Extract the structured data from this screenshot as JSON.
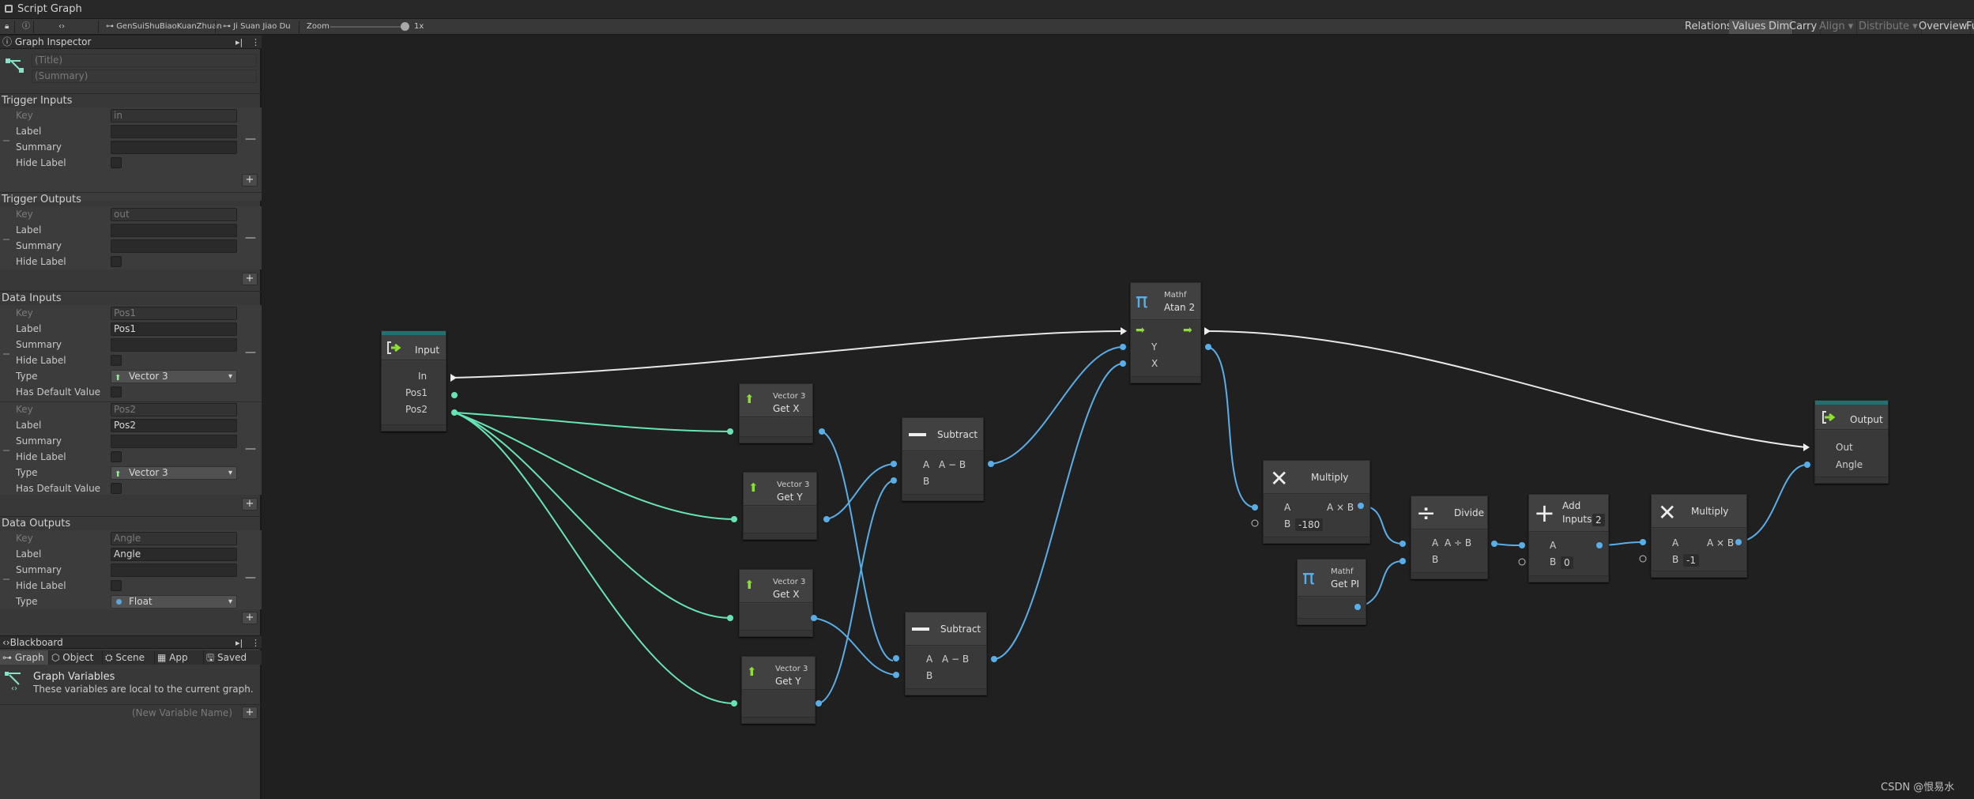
{
  "window": {
    "title": "Script Graph"
  },
  "toolbar": {
    "breadcrumb1": "GenSuiShuBiaoKuanZhuan",
    "breadcrumb2": "Ji Suan Jiao Du",
    "zoom_label": "Zoom",
    "zoom_value": "1x",
    "right": {
      "relations": "Relations",
      "values": "Values",
      "dim": "Dim",
      "carry": "Carry",
      "align": "Align",
      "distribute": "Distribute",
      "overview": "Overview",
      "fullscreen": "Fu"
    }
  },
  "inspector": {
    "header": "Graph Inspector",
    "title_placeholder": "(Title)",
    "summary_placeholder": "(Summary)",
    "trigger_inputs": {
      "heading": "Trigger Inputs",
      "key_label": "Key",
      "key_value": "in",
      "label": "Label",
      "summary": "Summary",
      "hide_label": "Hide Label"
    },
    "trigger_outputs": {
      "heading": "Trigger Outputs",
      "key_label": "Key",
      "key_value": "out",
      "label": "Label",
      "summary": "Summary",
      "hide_label": "Hide Label"
    },
    "data_inputs": {
      "heading": "Data Inputs",
      "items": [
        {
          "key_label": "Key",
          "key_value": "Pos1",
          "label": "Label",
          "label_value": "Pos1",
          "summary": "Summary",
          "hide_label": "Hide Label",
          "type": "Type",
          "type_value": "Vector 3",
          "has_default": "Has Default Value"
        },
        {
          "key_label": "Key",
          "key_value": "Pos2",
          "label": "Label",
          "label_value": "Pos2",
          "summary": "Summary",
          "hide_label": "Hide Label",
          "type": "Type",
          "type_value": "Vector 3",
          "has_default": "Has Default Value"
        }
      ]
    },
    "data_outputs": {
      "heading": "Data Outputs",
      "key_label": "Key",
      "key_value": "Angle",
      "label": "Label",
      "label_value": "Angle",
      "summary": "Summary",
      "hide_label": "Hide Label",
      "type": "Type",
      "type_value": "Float"
    }
  },
  "blackboard": {
    "header": "Blackboard",
    "tabs": [
      "Graph",
      "Object",
      "Scene",
      "App",
      "Saved"
    ],
    "title": "Graph Variables",
    "desc": "These variables are local to the current graph.",
    "new_var_placeholder": "(New Variable Name)"
  },
  "nodes": {
    "input": {
      "title": "Input",
      "ports": [
        "In",
        "Pos1",
        "Pos2"
      ]
    },
    "getx1": {
      "cat": "Vector 3",
      "title": "Get X"
    },
    "gety1": {
      "cat": "Vector 3",
      "title": "Get Y"
    },
    "getx2": {
      "cat": "Vector 3",
      "title": "Get X"
    },
    "gety2": {
      "cat": "Vector 3",
      "title": "Get Y"
    },
    "sub1": {
      "title": "Subtract",
      "a": "A",
      "b": "B",
      "out": "A − B"
    },
    "sub2": {
      "title": "Subtract",
      "a": "A",
      "b": "B",
      "out": "A − B"
    },
    "atan": {
      "cat": "Mathf",
      "title": "Atan 2",
      "y": "Y",
      "x": "X"
    },
    "mul1": {
      "title": "Multiply",
      "a": "A",
      "b": "B",
      "out": "A × B",
      "b_value": "-180"
    },
    "getpi": {
      "cat": "Mathf",
      "title": "Get PI"
    },
    "div": {
      "title": "Divide",
      "a": "A",
      "b": "B",
      "out": "A ÷ B"
    },
    "add": {
      "title": "Add",
      "title2": "Inputs",
      "inputs_count": "2",
      "a": "A",
      "b": "B",
      "b_value": "0"
    },
    "mul2": {
      "title": "Multiply",
      "a": "A",
      "b": "B",
      "out": "A × B",
      "b_value": "-1"
    },
    "output": {
      "title": "Output",
      "out": "Out",
      "angle": "Angle"
    }
  },
  "watermark": "CSDN @恨易水",
  "colors": {
    "vector3_wire": "#68e4b4",
    "float_wire": "#5aaee8",
    "flow_wire": "#e8e8e8",
    "accent_teal": "#247070"
  }
}
